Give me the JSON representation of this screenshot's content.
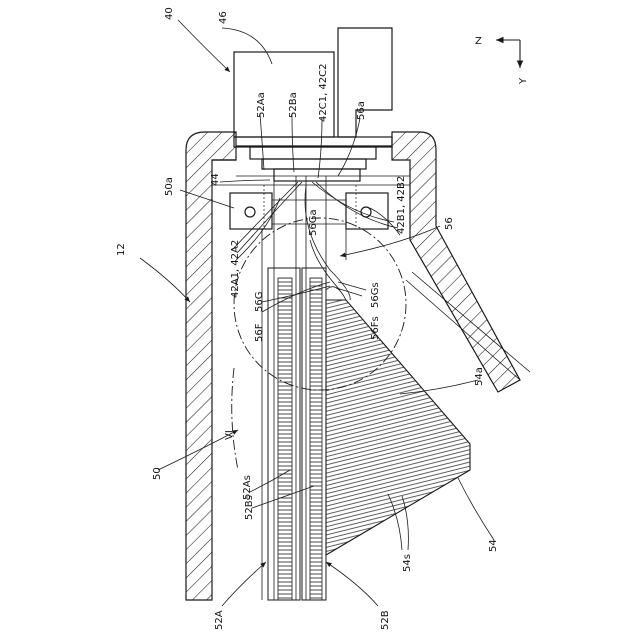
{
  "labels": {
    "l40": "40",
    "l46": "46",
    "l52Aa": "52Aa",
    "l52Ba": "52Ba",
    "l42C1": "42C1, 42C2",
    "l56a": "56a",
    "l44": "44",
    "l50a": "50a",
    "l42A": "42A1, 42A2",
    "l56Ga": "56Ga",
    "l42B": "42B1, 42B2",
    "l56": "56",
    "l12": "12",
    "l56F": "56F",
    "l56G": "56G",
    "l56Fs": "56Fs",
    "l56Gs": "56Gs",
    "l54a": "54a",
    "lVI": "VI",
    "l50": "50",
    "l52As": "52As",
    "l52Bs": "52Bs",
    "l54": "54",
    "l54s": "54s",
    "l52A": "52A",
    "l52B": "52B",
    "axisZ": "Z",
    "axisY": "Y"
  }
}
